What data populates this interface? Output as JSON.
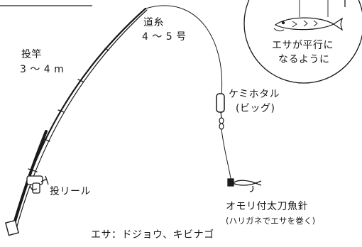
{
  "labels": {
    "rod": "投竿",
    "rod_length": "3 ～ 4 m",
    "line": "道糸",
    "line_size": "4 ～ 5 号",
    "float": "ケミホタル",
    "float_size": "(ビッグ)",
    "reel": "投リール",
    "hook": "オモリ付太刀魚針",
    "hook_note": "(ハリガネでエサを巻く)",
    "inset_line1": "エサが平行に",
    "inset_line2": "なるように",
    "bait": "エサ：ドジョウ、キビナゴ"
  },
  "colors": {
    "ink": "#1a1a1a",
    "paper": "#ffffff"
  },
  "icons": {
    "rod": "fishing-rod-icon",
    "reel": "spinning-reel-icon",
    "float": "glow-stick-float-icon",
    "swivel": "swivel-icon",
    "bait_fish": "fish-icon"
  }
}
